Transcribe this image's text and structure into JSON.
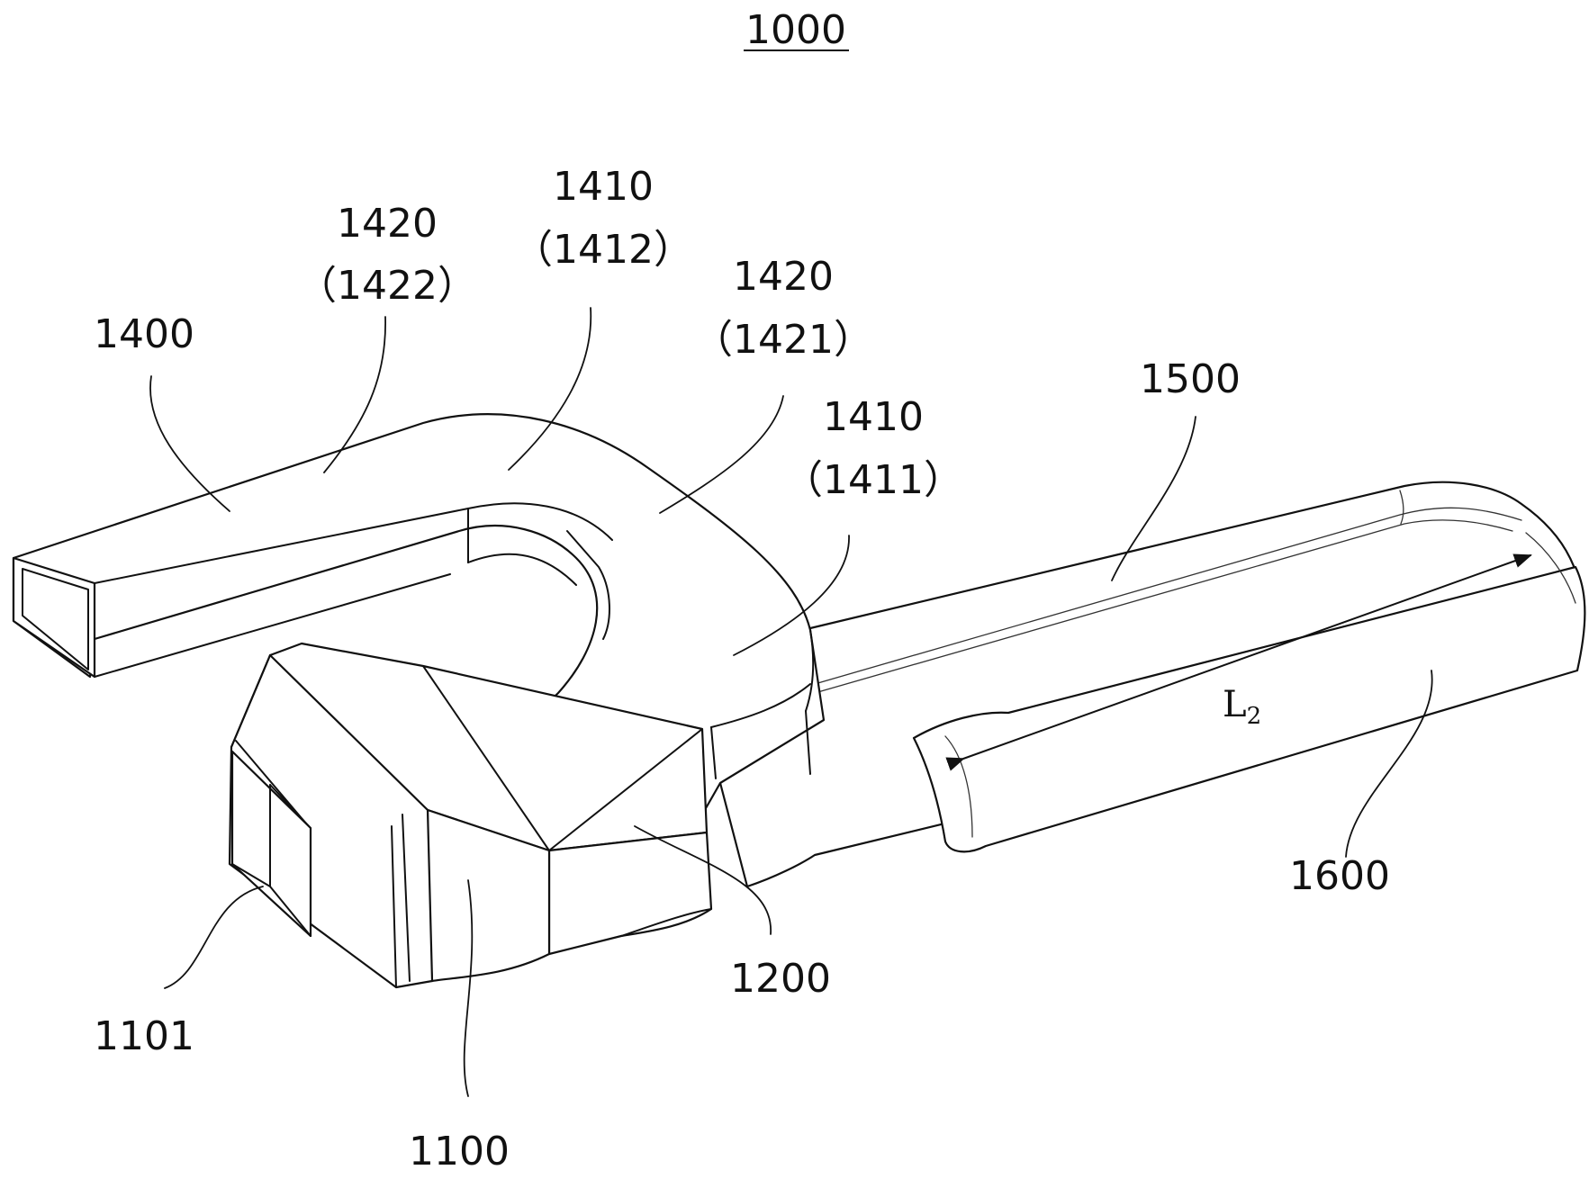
{
  "figure": {
    "title": "1000",
    "labels": {
      "l1400": "1400",
      "l1420a": "1420",
      "l1422": "（1422）",
      "l1410a": "1410",
      "l1412": "（1412）",
      "l1420b": "1420",
      "l1421": "（1421）",
      "l1410b": "1410",
      "l1411": "（1411）",
      "l1500": "1500",
      "l1600": "1600",
      "l1200": "1200",
      "l1100": "1100",
      "l1101": "1101",
      "dim_main": "L",
      "dim_sub": "2"
    }
  }
}
